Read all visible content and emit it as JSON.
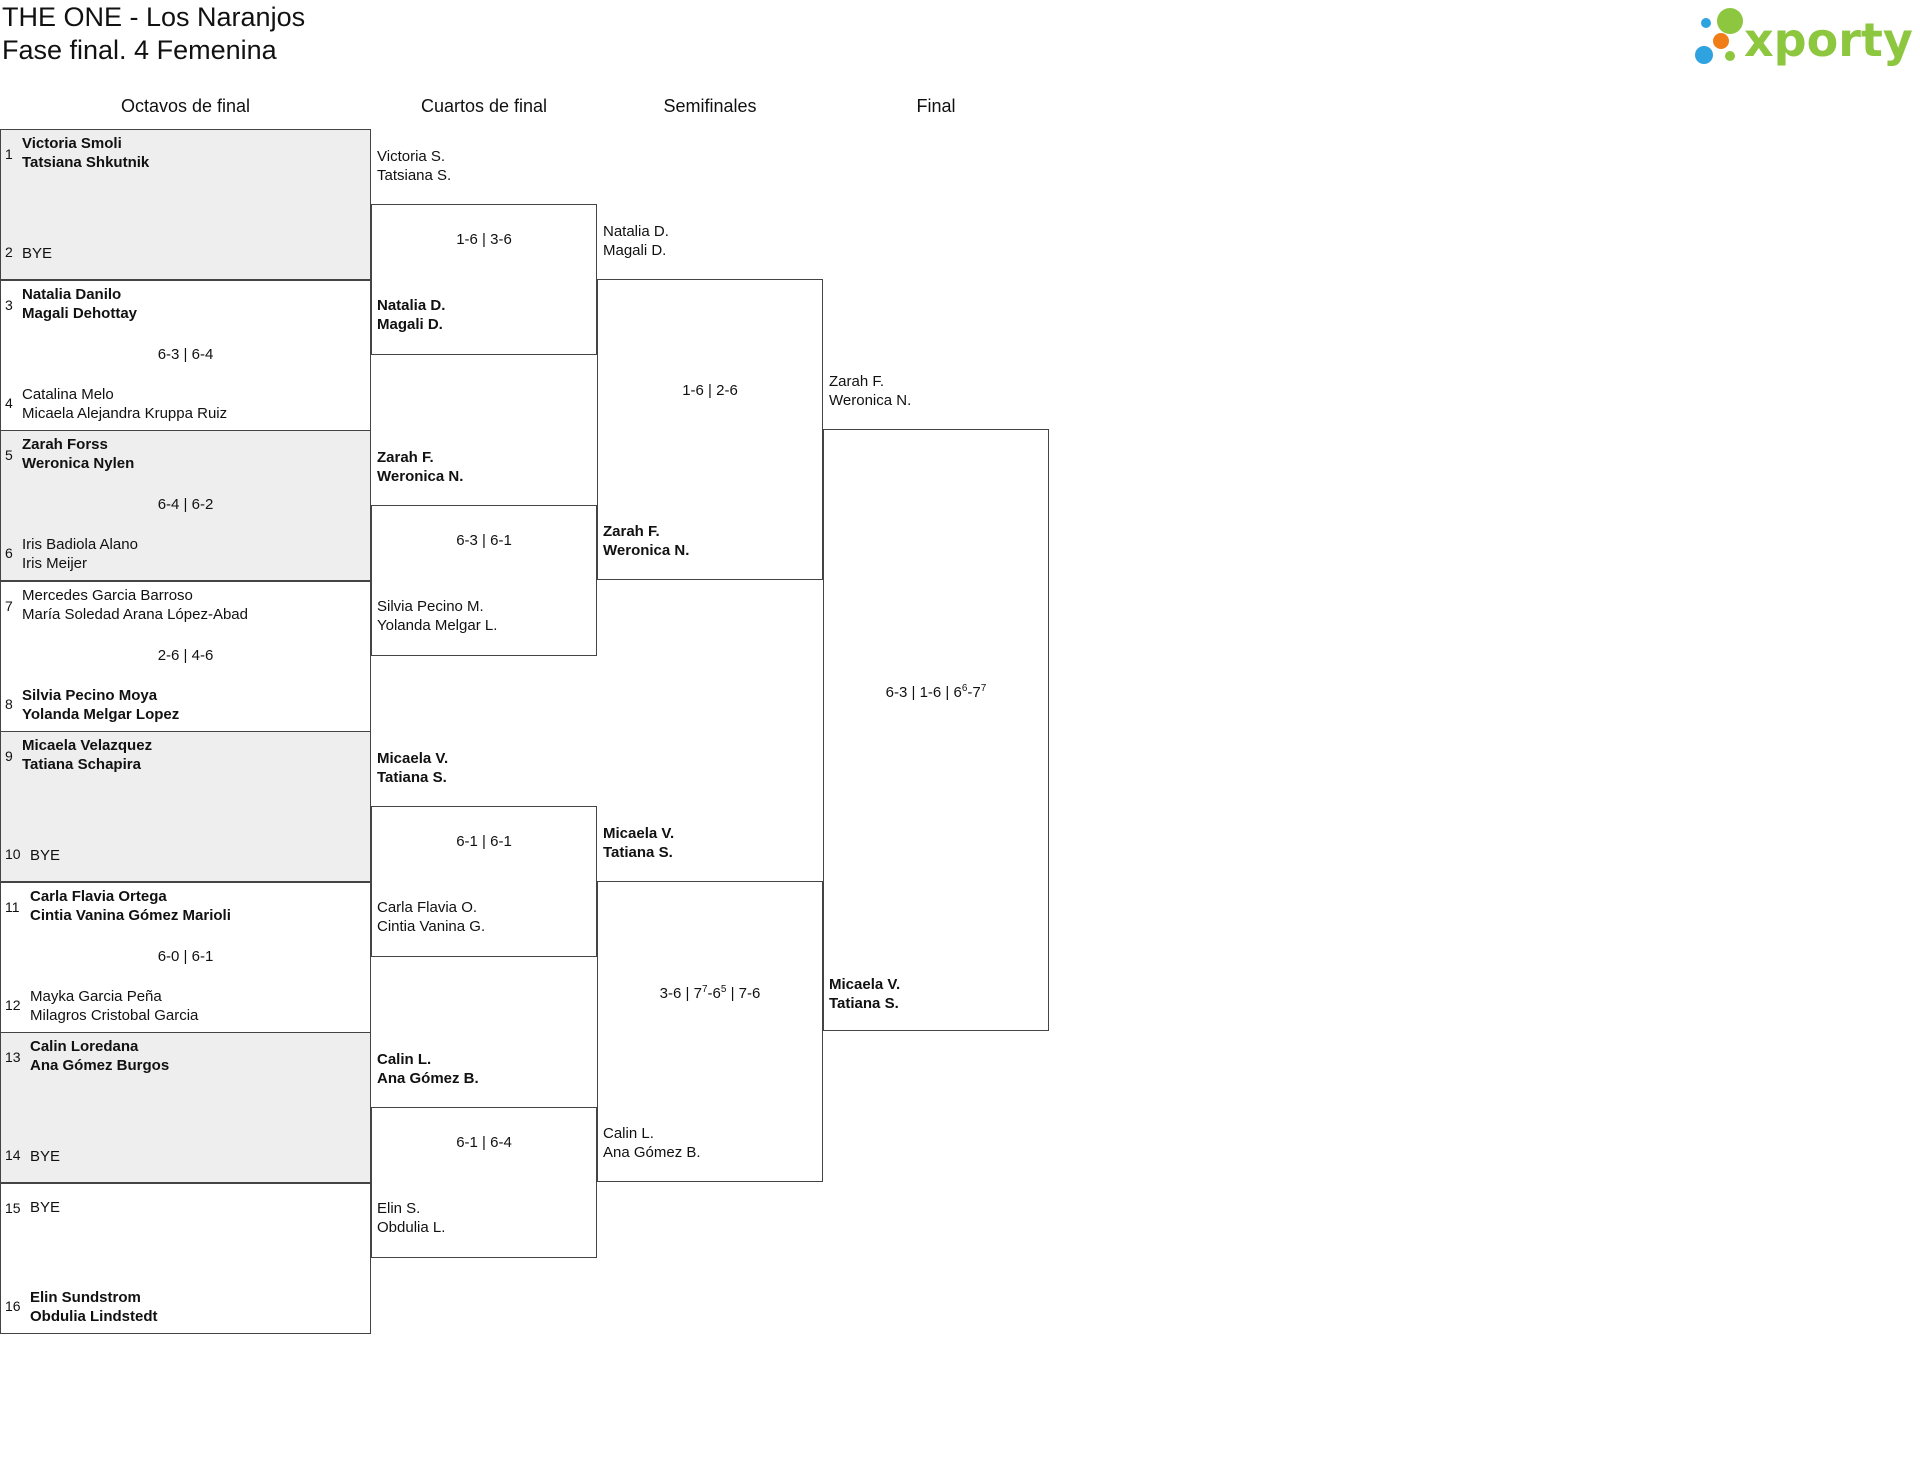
{
  "header": {
    "title": "THE ONE - Los Naranjos",
    "subtitle": "Fase final. 4 Femenina",
    "logo_text": "xporty",
    "logo_colors": [
      "#2ea3e0",
      "#8dc63f",
      "#f07d17"
    ]
  },
  "rounds": [
    "Octavos de final",
    "Cuartos de final",
    "Semifinales",
    "Final"
  ],
  "octavos": [
    {
      "seed": "1",
      "p1": "Victoria Smoli",
      "p2": "Tatsiana Shkutnik",
      "winner": true
    },
    {
      "seed": "2",
      "p1": "BYE",
      "p2": "",
      "winner": false
    },
    {
      "seed": "3",
      "p1": "Natalia Danilo",
      "p2": "Magali Dehottay",
      "winner": true
    },
    {
      "seed": "4",
      "p1": "Catalina Melo",
      "p2": "Micaela Alejandra Kruppa Ruiz",
      "winner": false
    },
    {
      "seed": "5",
      "p1": "Zarah Forss",
      "p2": "Weronica Nylen",
      "winner": true
    },
    {
      "seed": "6",
      "p1": "Iris Badiola Alano",
      "p2": "Iris Meijer",
      "winner": false
    },
    {
      "seed": "7",
      "p1": "Mercedes Garcia Barroso",
      "p2": "María Soledad Arana López-Abad",
      "winner": false
    },
    {
      "seed": "8",
      "p1": "Silvia Pecino Moya",
      "p2": "Yolanda Melgar Lopez",
      "winner": true
    },
    {
      "seed": "9",
      "p1": "Micaela Velazquez",
      "p2": "Tatiana Schapira",
      "winner": true
    },
    {
      "seed": "10",
      "p1": "BYE",
      "p2": "",
      "winner": false
    },
    {
      "seed": "11",
      "p1": "Carla Flavia Ortega",
      "p2": "Cintia Vanina Gómez Marioli",
      "winner": true
    },
    {
      "seed": "12",
      "p1": "Mayka Garcia Peña",
      "p2": "Milagros Cristobal Garcia",
      "winner": false
    },
    {
      "seed": "13",
      "p1": "Calin Loredana",
      "p2": "Ana Gómez Burgos",
      "winner": true
    },
    {
      "seed": "14",
      "p1": "BYE",
      "p2": "",
      "winner": false
    },
    {
      "seed": "15",
      "p1": "BYE",
      "p2": "",
      "winner": false
    },
    {
      "seed": "16",
      "p1": "Elin Sundstrom",
      "p2": "Obdulia Lindstedt",
      "winner": true
    }
  ],
  "octavos_scores": [
    "",
    "6-3 | 6-4",
    "6-4 | 6-2",
    "2-6 | 4-6",
    "",
    "6-0 | 6-1",
    "",
    ""
  ],
  "cuartos": [
    {
      "p1": "Victoria S.",
      "p2": "Tatsiana S.",
      "winner": false
    },
    {
      "p1": "Natalia D.",
      "p2": "Magali D.",
      "winner": true
    },
    {
      "p1": "Zarah F.",
      "p2": "Weronica N.",
      "winner": true
    },
    {
      "p1": "Silvia Pecino M.",
      "p2": "Yolanda Melgar L.",
      "winner": false
    },
    {
      "p1": "Micaela V.",
      "p2": "Tatiana S.",
      "winner": true
    },
    {
      "p1": "Carla Flavia O.",
      "p2": "Cintia Vanina G.",
      "winner": false
    },
    {
      "p1": "Calin L.",
      "p2": "Ana Gómez B.",
      "winner": true
    },
    {
      "p1": "Elin S.",
      "p2": "Obdulia L.",
      "winner": false
    }
  ],
  "cuartos_scores": [
    "1-6 | 3-6",
    "6-3 | 6-1",
    "6-1 | 6-1",
    "6-1 | 6-4"
  ],
  "semis": [
    {
      "p1": "Natalia D.",
      "p2": "Magali D.",
      "winner": false
    },
    {
      "p1": "Zarah F.",
      "p2": "Weronica N.",
      "winner": true
    },
    {
      "p1": "Micaela V.",
      "p2": "Tatiana S.",
      "winner": true
    },
    {
      "p1": "Calin L.",
      "p2": "Ana Gómez B.",
      "winner": false
    }
  ],
  "semis_scores": [
    {
      "a": "1-6 | 2-6"
    },
    {
      "a": "3-6 | 7",
      "sa": "7",
      "b": "-6",
      "sb": "5",
      "c": " | 7-6"
    }
  ],
  "final": [
    {
      "p1": "Zarah F.",
      "p2": "Weronica N.",
      "winner": false
    },
    {
      "p1": "Micaela V.",
      "p2": "Tatiana S.",
      "winner": true
    }
  ],
  "final_score": {
    "a": "6-3 | 1-6 | 6",
    "sa": "6",
    "b": "-7",
    "sb": "7"
  }
}
